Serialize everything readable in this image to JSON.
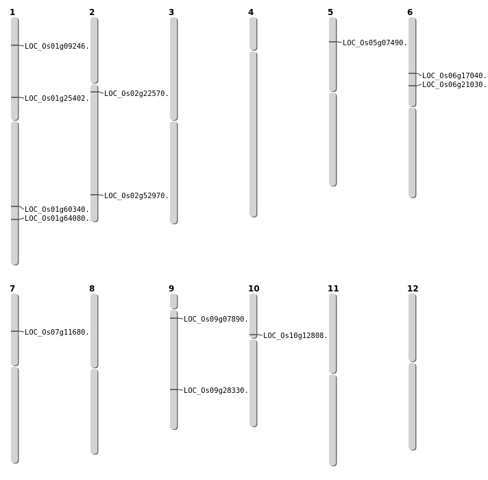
{
  "chromosomes": [
    {
      "name": "1",
      "genes": [
        "LOC_Os01g09246.1",
        "LOC_Os01g25402.1",
        "LOC_Os01g60340.1",
        "LOC_Os01g64080.1"
      ]
    },
    {
      "name": "2",
      "genes": [
        "LOC_Os02g22570.1",
        "LOC_Os02g52970.1"
      ]
    },
    {
      "name": "3",
      "genes": []
    },
    {
      "name": "4",
      "genes": []
    },
    {
      "name": "5",
      "genes": [
        "LOC_Os05g07490.1"
      ]
    },
    {
      "name": "6",
      "genes": [
        "LOC_Os06g17040.1",
        "LOC_Os06g21030.1"
      ]
    },
    {
      "name": "7",
      "genes": [
        "LOC_Os07g11680.1"
      ]
    },
    {
      "name": "8",
      "genes": []
    },
    {
      "name": "9",
      "genes": [
        "LOC_Os09g07890.1",
        "LOC_Os09g28330.1"
      ]
    },
    {
      "name": "10",
      "genes": [
        "LOC_Os10g12808.1"
      ]
    },
    {
      "name": "11",
      "genes": []
    },
    {
      "name": "12",
      "genes": []
    }
  ],
  "colors": {
    "chromosome": "#d3d3d3",
    "shadow": "#6e6e6e",
    "marker": "#333333"
  }
}
